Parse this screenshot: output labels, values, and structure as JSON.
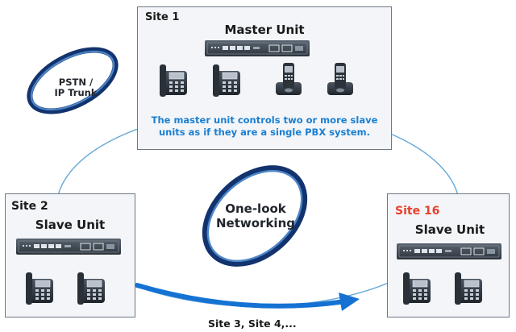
{
  "colors": {
    "box_border": "#6e7885",
    "box_fill": "#f3f5f8",
    "network_line": "#66a8d6",
    "arrow": "#1572d3",
    "note_text": "#1b7fd1",
    "site16_label": "#e8402b",
    "oval_dark": "#12336e",
    "oval_light": "#4d86c9"
  },
  "site1": {
    "label": "Site 1",
    "unit": "Master Unit",
    "note_line1": "The master unit controls two or more slave",
    "note_line2": "units as if they are a single PBX system."
  },
  "site2": {
    "label": "Site 2",
    "unit": "Slave Unit"
  },
  "site16": {
    "label": "Site 16",
    "unit": "Slave Unit"
  },
  "trunk_oval": {
    "line1": "PSTN /",
    "line2": "IP Trunk"
  },
  "network_oval": {
    "line1": "One-look",
    "line2": "Networking"
  },
  "bottom_label": "Site 3, Site 4,...",
  "icons": [
    "pbx-unit-icon",
    "desk-phone-icon",
    "dect-base-phone-icon"
  ]
}
